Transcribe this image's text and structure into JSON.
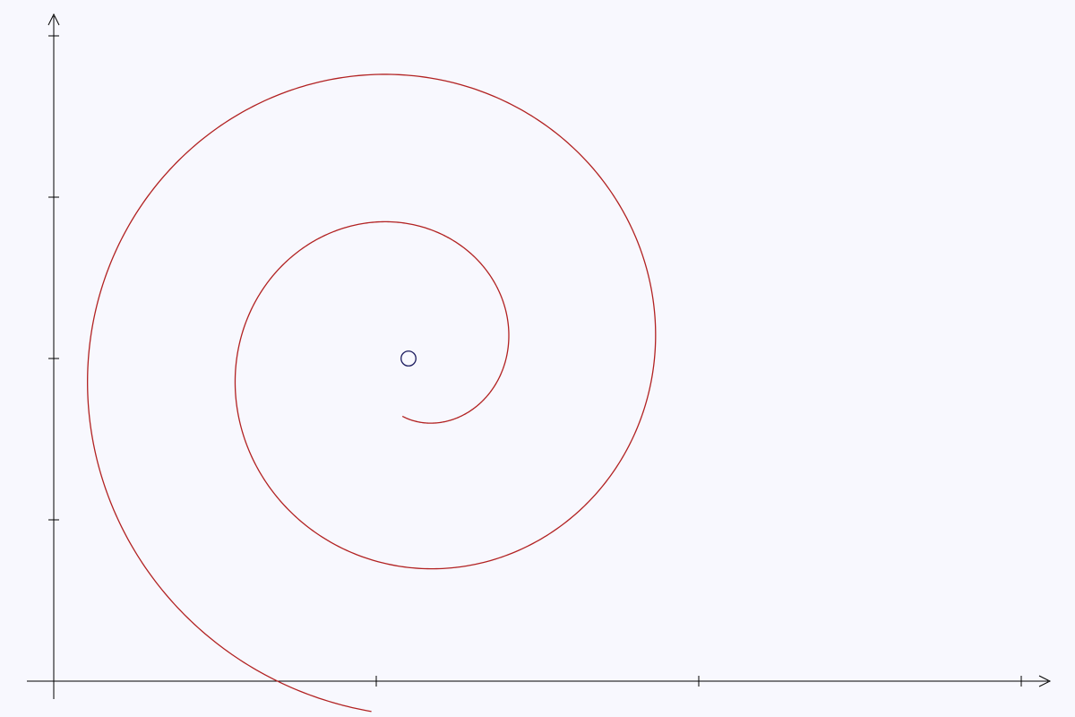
{
  "chart_data": {
    "type": "line",
    "title": "",
    "xlabel": "",
    "ylabel": "",
    "xlim": [
      0,
      3
    ],
    "ylim": [
      -2,
      2
    ],
    "x_ticks": [
      1,
      2,
      3
    ],
    "y_ticks": [
      -1,
      0,
      1,
      2
    ],
    "grid": false,
    "series": [
      {
        "kind": "spiral",
        "color": "#b22222",
        "center": [
          1.1,
          0
        ],
        "start_radius": 0.18,
        "growth_per_turn": 0.46,
        "start_angle_deg": -96,
        "turns": 2.0
      }
    ],
    "annotations": [
      {
        "kind": "circle-marker",
        "at": [
          1.1,
          0
        ],
        "radius": 0.023,
        "color": "#1a1a5e"
      }
    ]
  }
}
